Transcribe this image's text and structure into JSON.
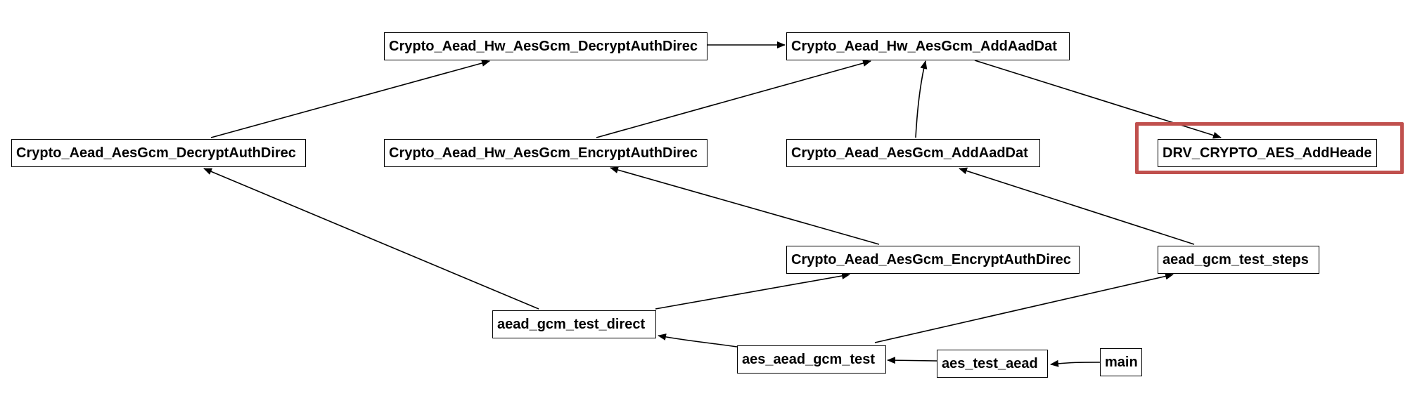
{
  "colors": {
    "node_border": "#000000",
    "edge": "#000000",
    "highlight": "#c0504d"
  },
  "nodes": {
    "crypto_aead_hw_aesgcm_decryptauthdirect": "Crypto_Aead_Hw_AesGcm_DecryptAuthDirec",
    "crypto_aead_hw_aesgcm_addaaddata": "Crypto_Aead_Hw_AesGcm_AddAadDat",
    "crypto_aead_aesgcm_decryptauthdirect": "Crypto_Aead_AesGcm_DecryptAuthDirec",
    "crypto_aead_hw_aesgcm_encryptauthdirect": "Crypto_Aead_Hw_AesGcm_EncryptAuthDirec",
    "crypto_aead_aesgcm_addaaddata": "Crypto_Aead_AesGcm_AddAadDat",
    "drv_crypto_aes_addheader": "DRV_CRYPTO_AES_AddHeade",
    "crypto_aead_aesgcm_encryptauthdirect": "Crypto_Aead_AesGcm_EncryptAuthDirec",
    "aead_gcm_test_steps": "aead_gcm_test_steps",
    "aead_gcm_test_direct": "aead_gcm_test_direct",
    "aes_aead_gcm_test": "aes_aead_gcm_test",
    "aes_test_aead": "aes_test_aead",
    "main": "main"
  }
}
